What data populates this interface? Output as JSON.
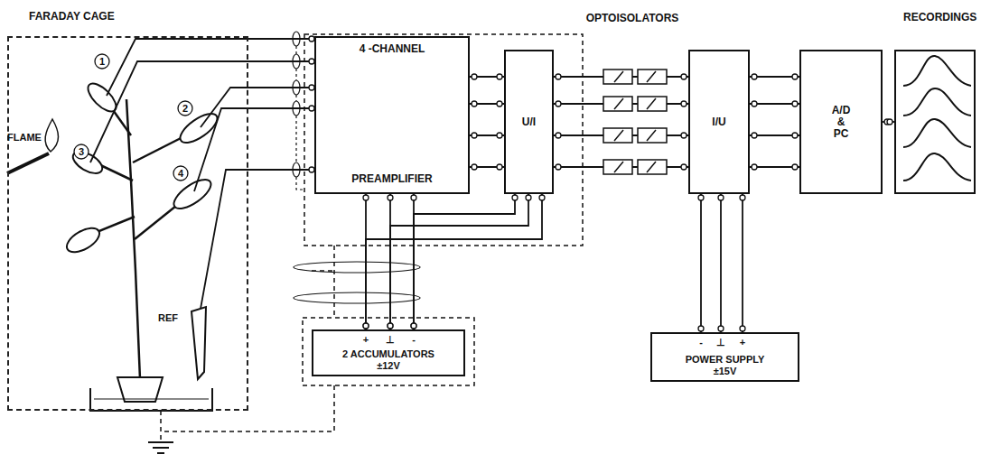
{
  "diagram": {
    "nodes": [
      {
        "text": [
          "FARADAY CAGE"
        ]
      },
      {
        "text": [
          "4 -CHANNEL",
          "PREAMPLIFIER"
        ]
      },
      {
        "text": [
          "U/I"
        ]
      },
      {
        "text": [
          "I/U"
        ]
      },
      {
        "text": [
          "A/D & PC"
        ]
      },
      {
        "text": [
          "RECORDINGS"
        ]
      },
      {
        "text": [
          "2 ACCUMULATORS ±12V"
        ]
      },
      {
        "text": [
          "POWER SUPPLY ±15V"
        ]
      }
    ],
    "edges": [
      {
        "from": 1,
        "to": 2,
        "arrow": "none"
      },
      {
        "from": 2,
        "to": 3,
        "arrow": "none"
      },
      {
        "from": 3,
        "to": 4,
        "arrow": "none"
      },
      {
        "from": 4,
        "to": 5,
        "arrow": "none"
      },
      {
        "from": 6,
        "to": 1,
        "arrow": "none"
      },
      {
        "from": 6,
        "to": 2,
        "arrow": "none"
      },
      {
        "from": 7,
        "to": 3,
        "arrow": "none"
      }
    ],
    "labels": [
      "OPTOISOLATORS",
      "FLAME",
      "REF",
      "1",
      "2",
      "3",
      "4",
      "+",
      "⊥",
      "-",
      "-",
      "⊥",
      "+"
    ]
  }
}
